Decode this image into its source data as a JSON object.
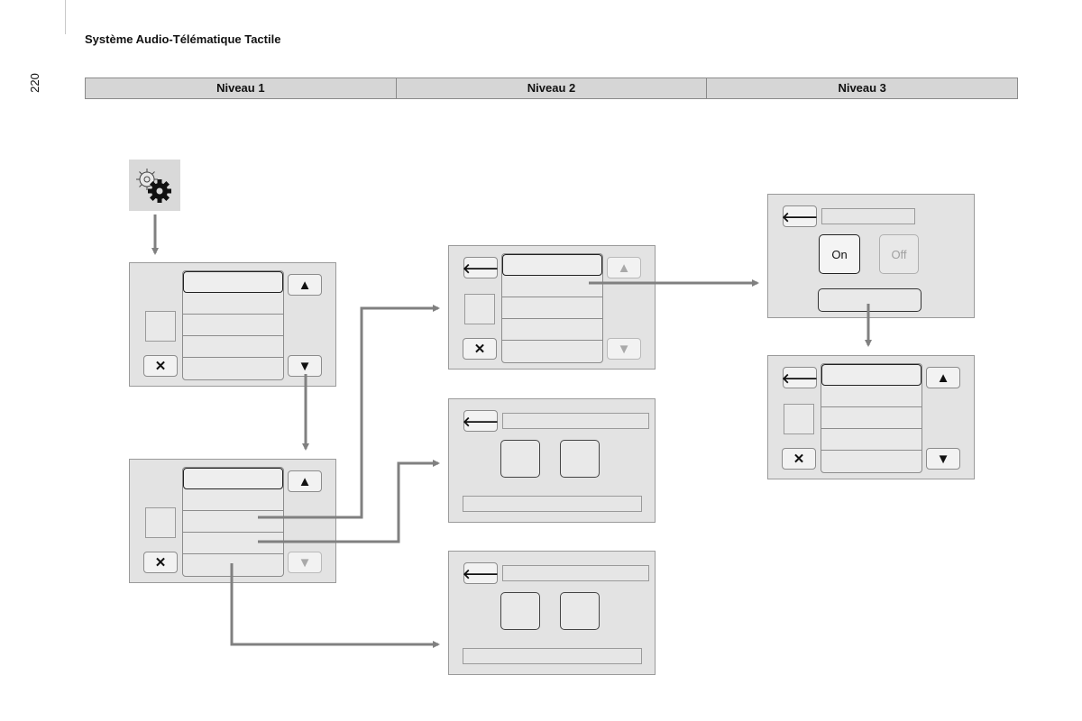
{
  "header": {
    "doc_title": "Système Audio-Télématique Tactile",
    "page_number": "220",
    "levels": [
      "Niveau 1",
      "Niveau 2",
      "Niveau 3"
    ]
  },
  "icons": {
    "settings": "settings-gears-icon",
    "up": "▲",
    "down": "▼",
    "back": "🡐",
    "close": "✕"
  },
  "toggle": {
    "on_label": "On",
    "off_label": "Off"
  },
  "colors": {
    "arrow": "#808080",
    "screen_bg": "#e3e3e3",
    "header_bg": "#d6d6d6"
  }
}
